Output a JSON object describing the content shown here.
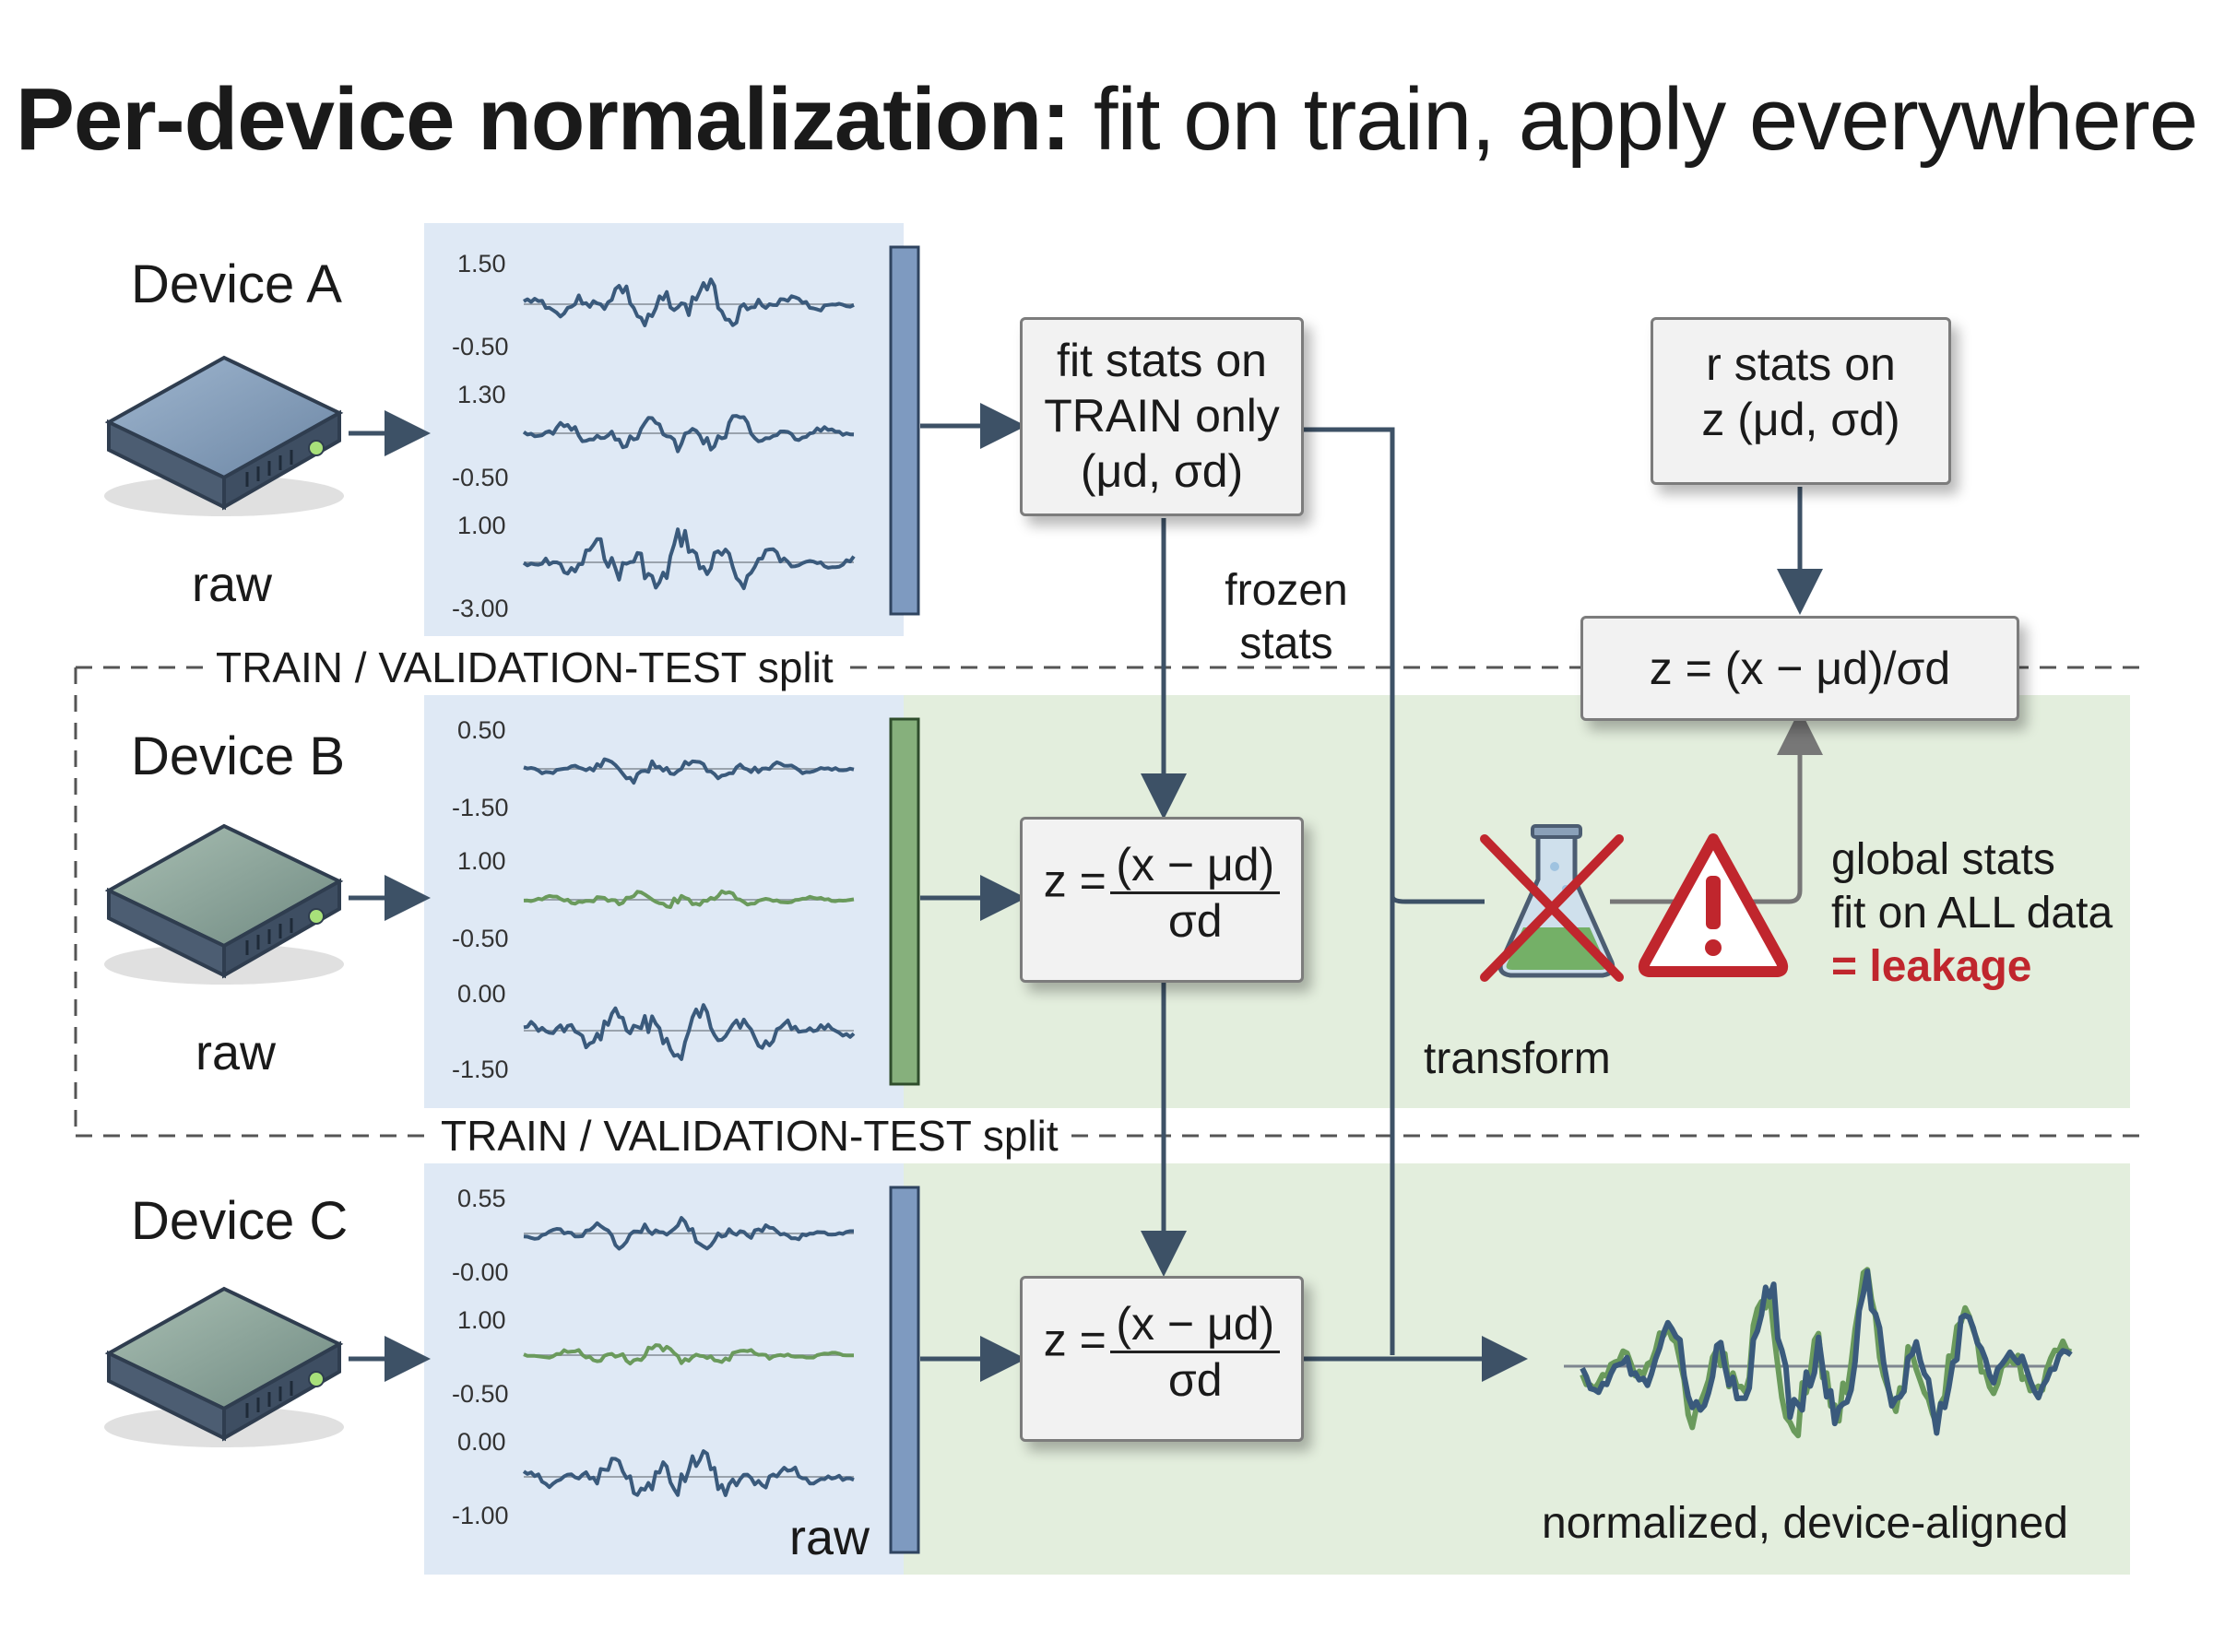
{
  "title": {
    "bold": "Per-device normalization:",
    "rest": "fit on train, apply everywhere"
  },
  "devices": [
    {
      "name": "Device A",
      "raw": "raw",
      "ticks": [
        "1.50",
        "-0.50",
        "1.30",
        "-0.50",
        "1.00",
        "-3.00"
      ]
    },
    {
      "name": "Device B",
      "raw": "raw",
      "ticks": [
        "0.50",
        "-1.50",
        "1.00",
        "-0.50",
        "0.00",
        "-1.50"
      ]
    },
    {
      "name": "Device C",
      "raw": "raw",
      "ticks": [
        "0.55",
        "-0.00",
        "1.00",
        "-0.50",
        "0.00",
        "-1.00"
      ]
    }
  ],
  "split_label": "TRAIN / VALIDATION-TEST split",
  "fit_box": {
    "line1": "fit stats on",
    "line2": "TRAIN only",
    "line3": "(μd, σd)"
  },
  "frozen": {
    "line1": "frozen",
    "line2": "stats"
  },
  "formula_numerator": "(x − μd)",
  "formula_denominator": "σd",
  "formula_prefix": "z =",
  "global_box": {
    "line1": "r stats on",
    "line2": "z (μd, σd)"
  },
  "zscore_box": "z = (x − μd)/σd",
  "leak_note": {
    "line1": "global stats",
    "line2": "fit on ALL data",
    "line3": "= leakage"
  },
  "transform_label": "transform",
  "output_label": "normalized, device-aligned",
  "colors": {
    "train_panel": "#dfe9f5",
    "test_panel": "#e3eedd",
    "blue_line": "#3a5a7c",
    "green_line": "#6a9a5c",
    "arrow": "#3d5166",
    "leak_red": "#c0262d"
  },
  "icons": [
    "device-box-icon",
    "flask-icon",
    "warning-triangle-icon",
    "red-cross-icon"
  ]
}
